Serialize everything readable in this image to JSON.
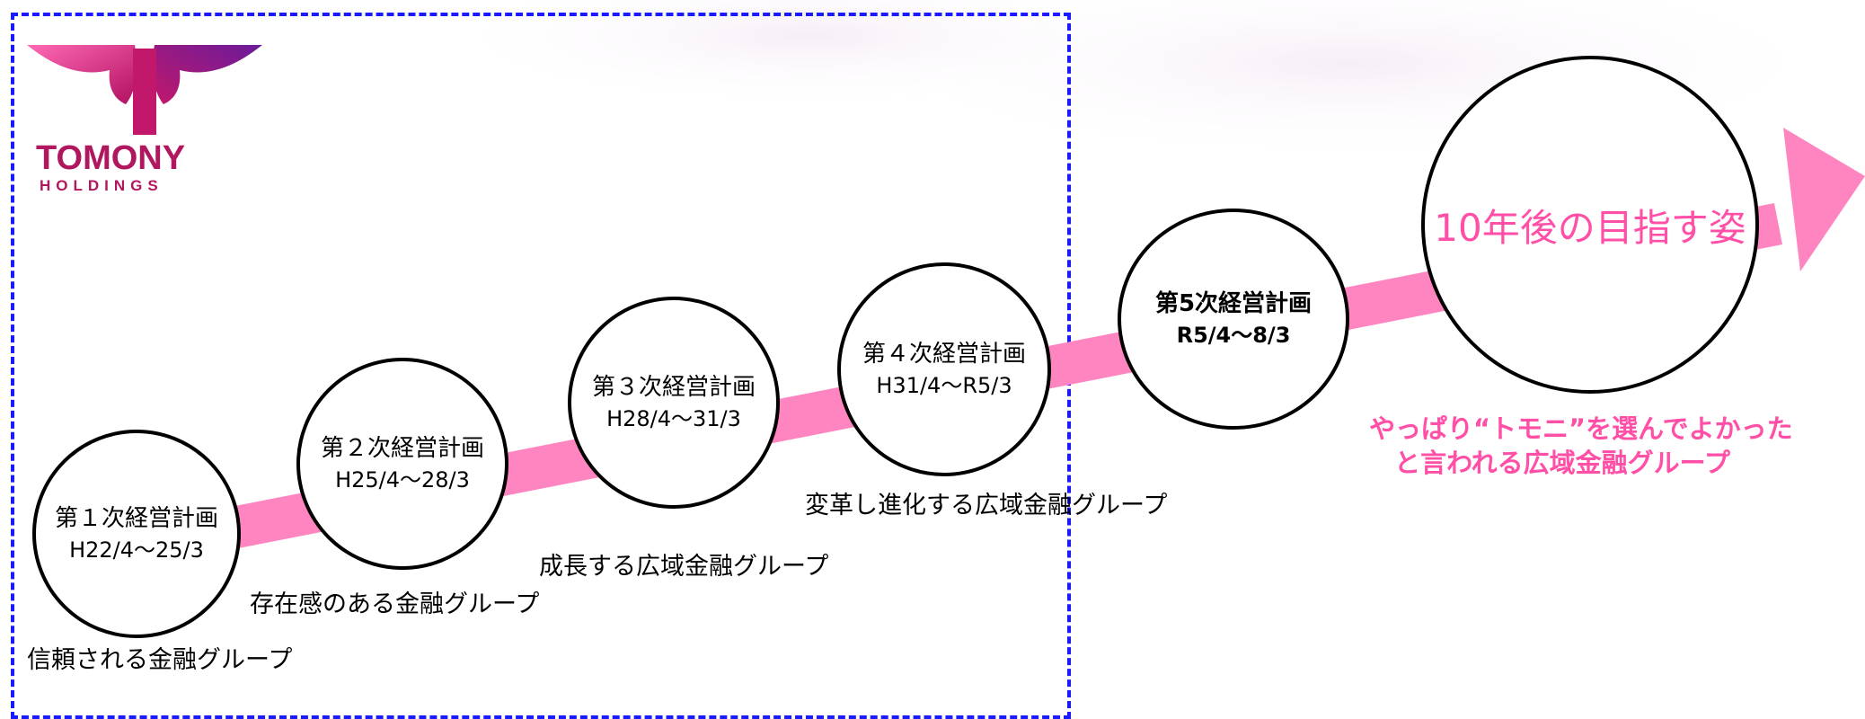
{
  "logo": {
    "name": "TOMONY",
    "subtitle": "HOLDINGS"
  },
  "plans": [
    {
      "name": "第１次経営計画",
      "period": "H22/4〜25/3",
      "tagline": "信頼される金融グループ"
    },
    {
      "name": "第２次経営計画",
      "period": "H25/4〜28/3",
      "tagline": "存在感のある金融グループ"
    },
    {
      "name": "第３次経営計画",
      "period": "H28/4〜31/3",
      "tagline": "成長する広域金融グループ"
    },
    {
      "name": "第４次経営計画",
      "period": "H31/4〜R5/3",
      "tagline": "変革し進化する広域金融グループ"
    },
    {
      "name": "第5次経営計画",
      "period": "R5/4〜8/3",
      "tagline": ""
    }
  ],
  "goal": {
    "title": "10年後の目指す姿",
    "tagline_line1": "やっぱり“トモニ”を選んでよかった",
    "tagline_line2": "と言われる広域金融グループ"
  },
  "colors": {
    "arrow": "#ff85c0",
    "goal_text": "#ff4fa6",
    "dashed_box": "#1a1aff",
    "logo": "#c2186b"
  }
}
